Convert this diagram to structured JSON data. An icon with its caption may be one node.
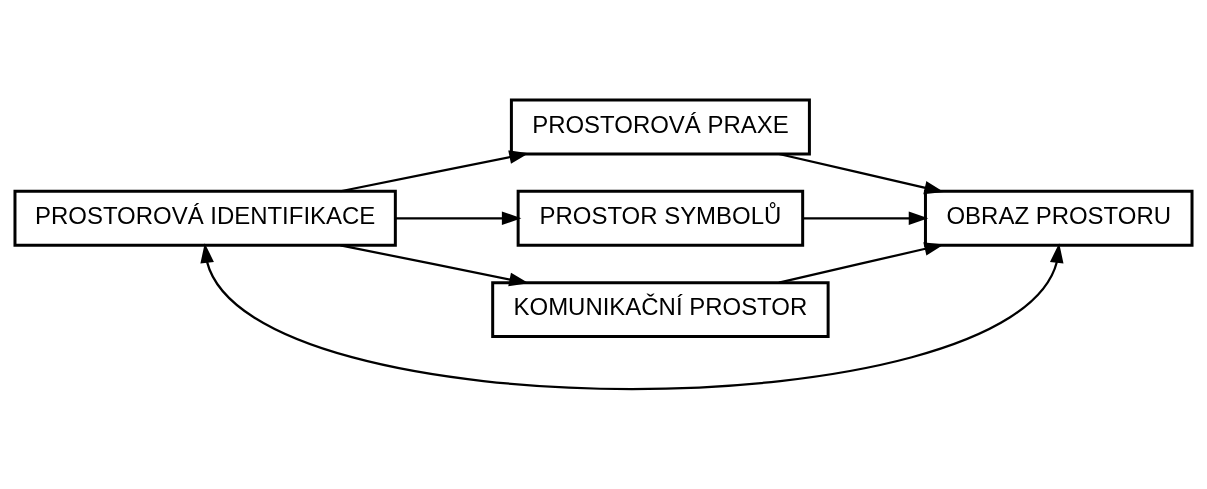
{
  "diagram": {
    "nodes": [
      {
        "text": [
          "PROSTOROVÁ IDENTIFIKACE"
        ]
      },
      {
        "text": [
          "PROSTOROVÁ PRAXE"
        ]
      },
      {
        "text": [
          "PROSTOR SYMBOLŮ"
        ]
      },
      {
        "text": [
          "KOMUNIKAČNÍ PROSTOR"
        ]
      },
      {
        "text": [
          "OBRAZ PROSTORU"
        ]
      }
    ],
    "edges": [
      {
        "from": 0,
        "to": 1,
        "arrow": "to"
      },
      {
        "from": 0,
        "to": 2,
        "arrow": "to"
      },
      {
        "from": 0,
        "to": 3,
        "arrow": "to"
      },
      {
        "from": 1,
        "to": 4,
        "arrow": "to"
      },
      {
        "from": 2,
        "to": 4,
        "arrow": "to"
      },
      {
        "from": 3,
        "to": 4,
        "arrow": "to"
      },
      {
        "from": 4,
        "to": 0,
        "arrow": "both"
      }
    ]
  }
}
